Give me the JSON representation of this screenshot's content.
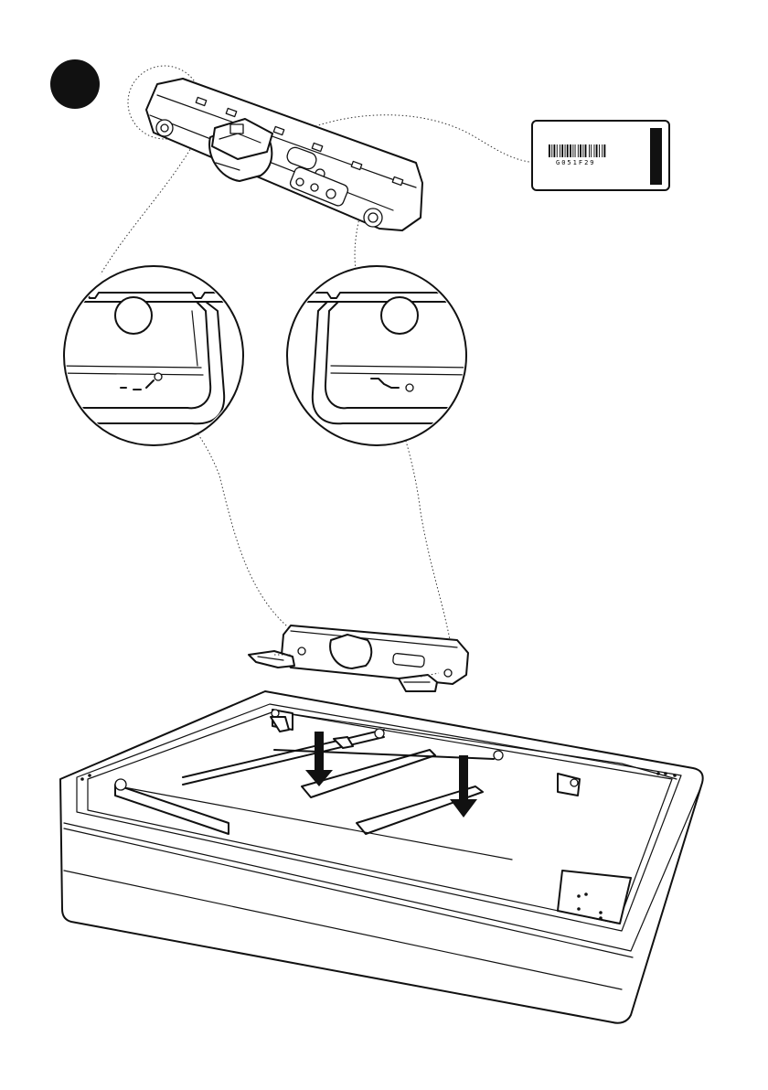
{
  "step": {
    "marker_color": "#000000"
  },
  "label": {
    "barcode_text": "G051F29"
  },
  "figure": {
    "components": [
      "control-box",
      "zoom-detail-left",
      "zoom-detail-right",
      "label-callout",
      "bed-frame"
    ],
    "icons": {
      "arrow_left": "down-arrow-icon",
      "arrow_right": "down-arrow-icon"
    }
  }
}
